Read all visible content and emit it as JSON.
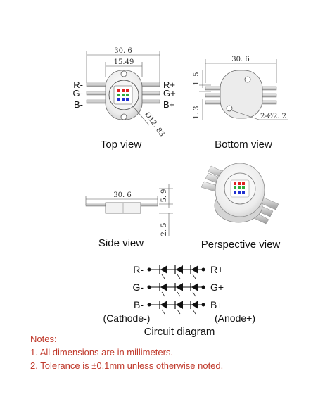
{
  "top_view": {
    "dim_width": "30. 6",
    "dim_inner": "15.49",
    "dim_diameter": "Ø12. 83",
    "pin_r_minus": "R-",
    "pin_g_minus": "G-",
    "pin_b_minus": "B-",
    "pin_r_plus": "R+",
    "pin_g_plus": "G+",
    "pin_b_plus": "B+",
    "caption": "Top view"
  },
  "bottom_view": {
    "dim_width": "30. 6",
    "dim_1": "1. 5",
    "dim_2": "1. 3",
    "dim_holes": "2-Ø2. 2",
    "caption": "Bottom view"
  },
  "side_view": {
    "dim_width": "30. 6",
    "dim_height": "5. 9",
    "dim_lead": "2. 5",
    "caption": "Side view"
  },
  "perspective_view": {
    "caption": "Perspective view"
  },
  "circuit": {
    "left_labels": [
      "R-",
      "G-",
      "B-"
    ],
    "right_labels": [
      "R+",
      "G+",
      "B+"
    ],
    "cathode": "(Cathode-)",
    "anode": "(Anode+)",
    "caption": "Circuit diagram"
  },
  "notes": {
    "title": "Notes:",
    "line1": "1. All dimensions are in millimeters.",
    "line2": "2. Tolerance is ±0.1mm unless otherwise noted."
  },
  "colors": {
    "note_red": "#c0392b",
    "led_red": "#e02020",
    "led_green": "#2eaa3a",
    "led_blue": "#2030d0"
  }
}
